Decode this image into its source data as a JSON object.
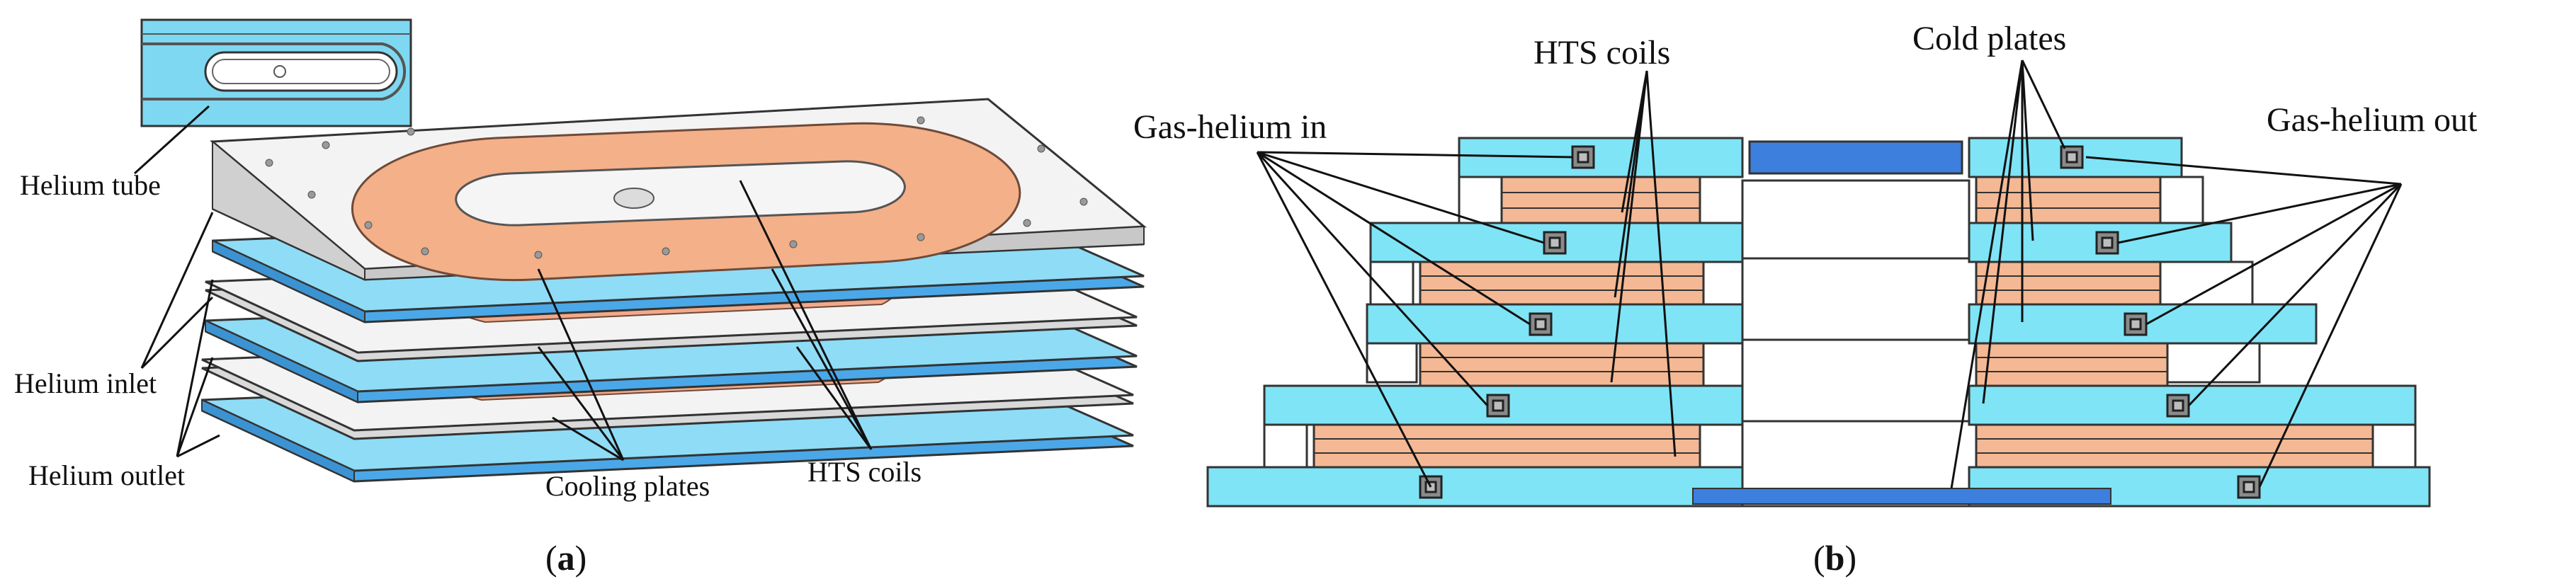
{
  "panel_a": {
    "caption_open": "(",
    "caption_letter": "a",
    "caption_close": ")",
    "labels": {
      "helium_tube": "Helium tube",
      "helium_inlet": "Helium inlet",
      "helium_outlet": "Helium outlet",
      "cooling_plates": "Cooling plates",
      "hts_coils": "HTS coils"
    }
  },
  "panel_b": {
    "caption_open": "(",
    "caption_letter": "b",
    "caption_close": ")",
    "labels": {
      "gas_helium_in": "Gas-helium in",
      "hts_coils": "HTS coils",
      "cold_plates": "Cold plates",
      "gas_helium_out": "Gas-helium out"
    }
  },
  "colors": {
    "cold_plate": "#7fe4f6",
    "cooling_plate_blue": "#4aa8e8",
    "coil": "#f4b894",
    "gray_plate": "#eeeeee",
    "channel": "#8a8a8a",
    "outline": "#333333",
    "text": "#111111"
  }
}
